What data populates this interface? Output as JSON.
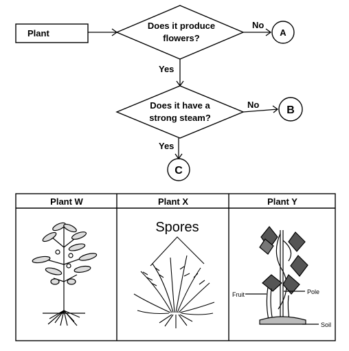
{
  "flowchart": {
    "start": "Plant",
    "question1": [
      "Does it produce",
      "flowers?"
    ],
    "question2": [
      "Does it have a",
      "strong steam?"
    ],
    "yes": "Yes",
    "no": "No",
    "outcome_a": "A",
    "outcome_b": "B",
    "outcome_c": "C"
  },
  "table": {
    "headers": [
      "Plant W",
      "Plant X",
      "Plant Y"
    ],
    "plant_x_label": "Spores",
    "plant_y_labels": {
      "fruit": "Fruit",
      "pole": "Pole",
      "soil": "Soil"
    }
  }
}
